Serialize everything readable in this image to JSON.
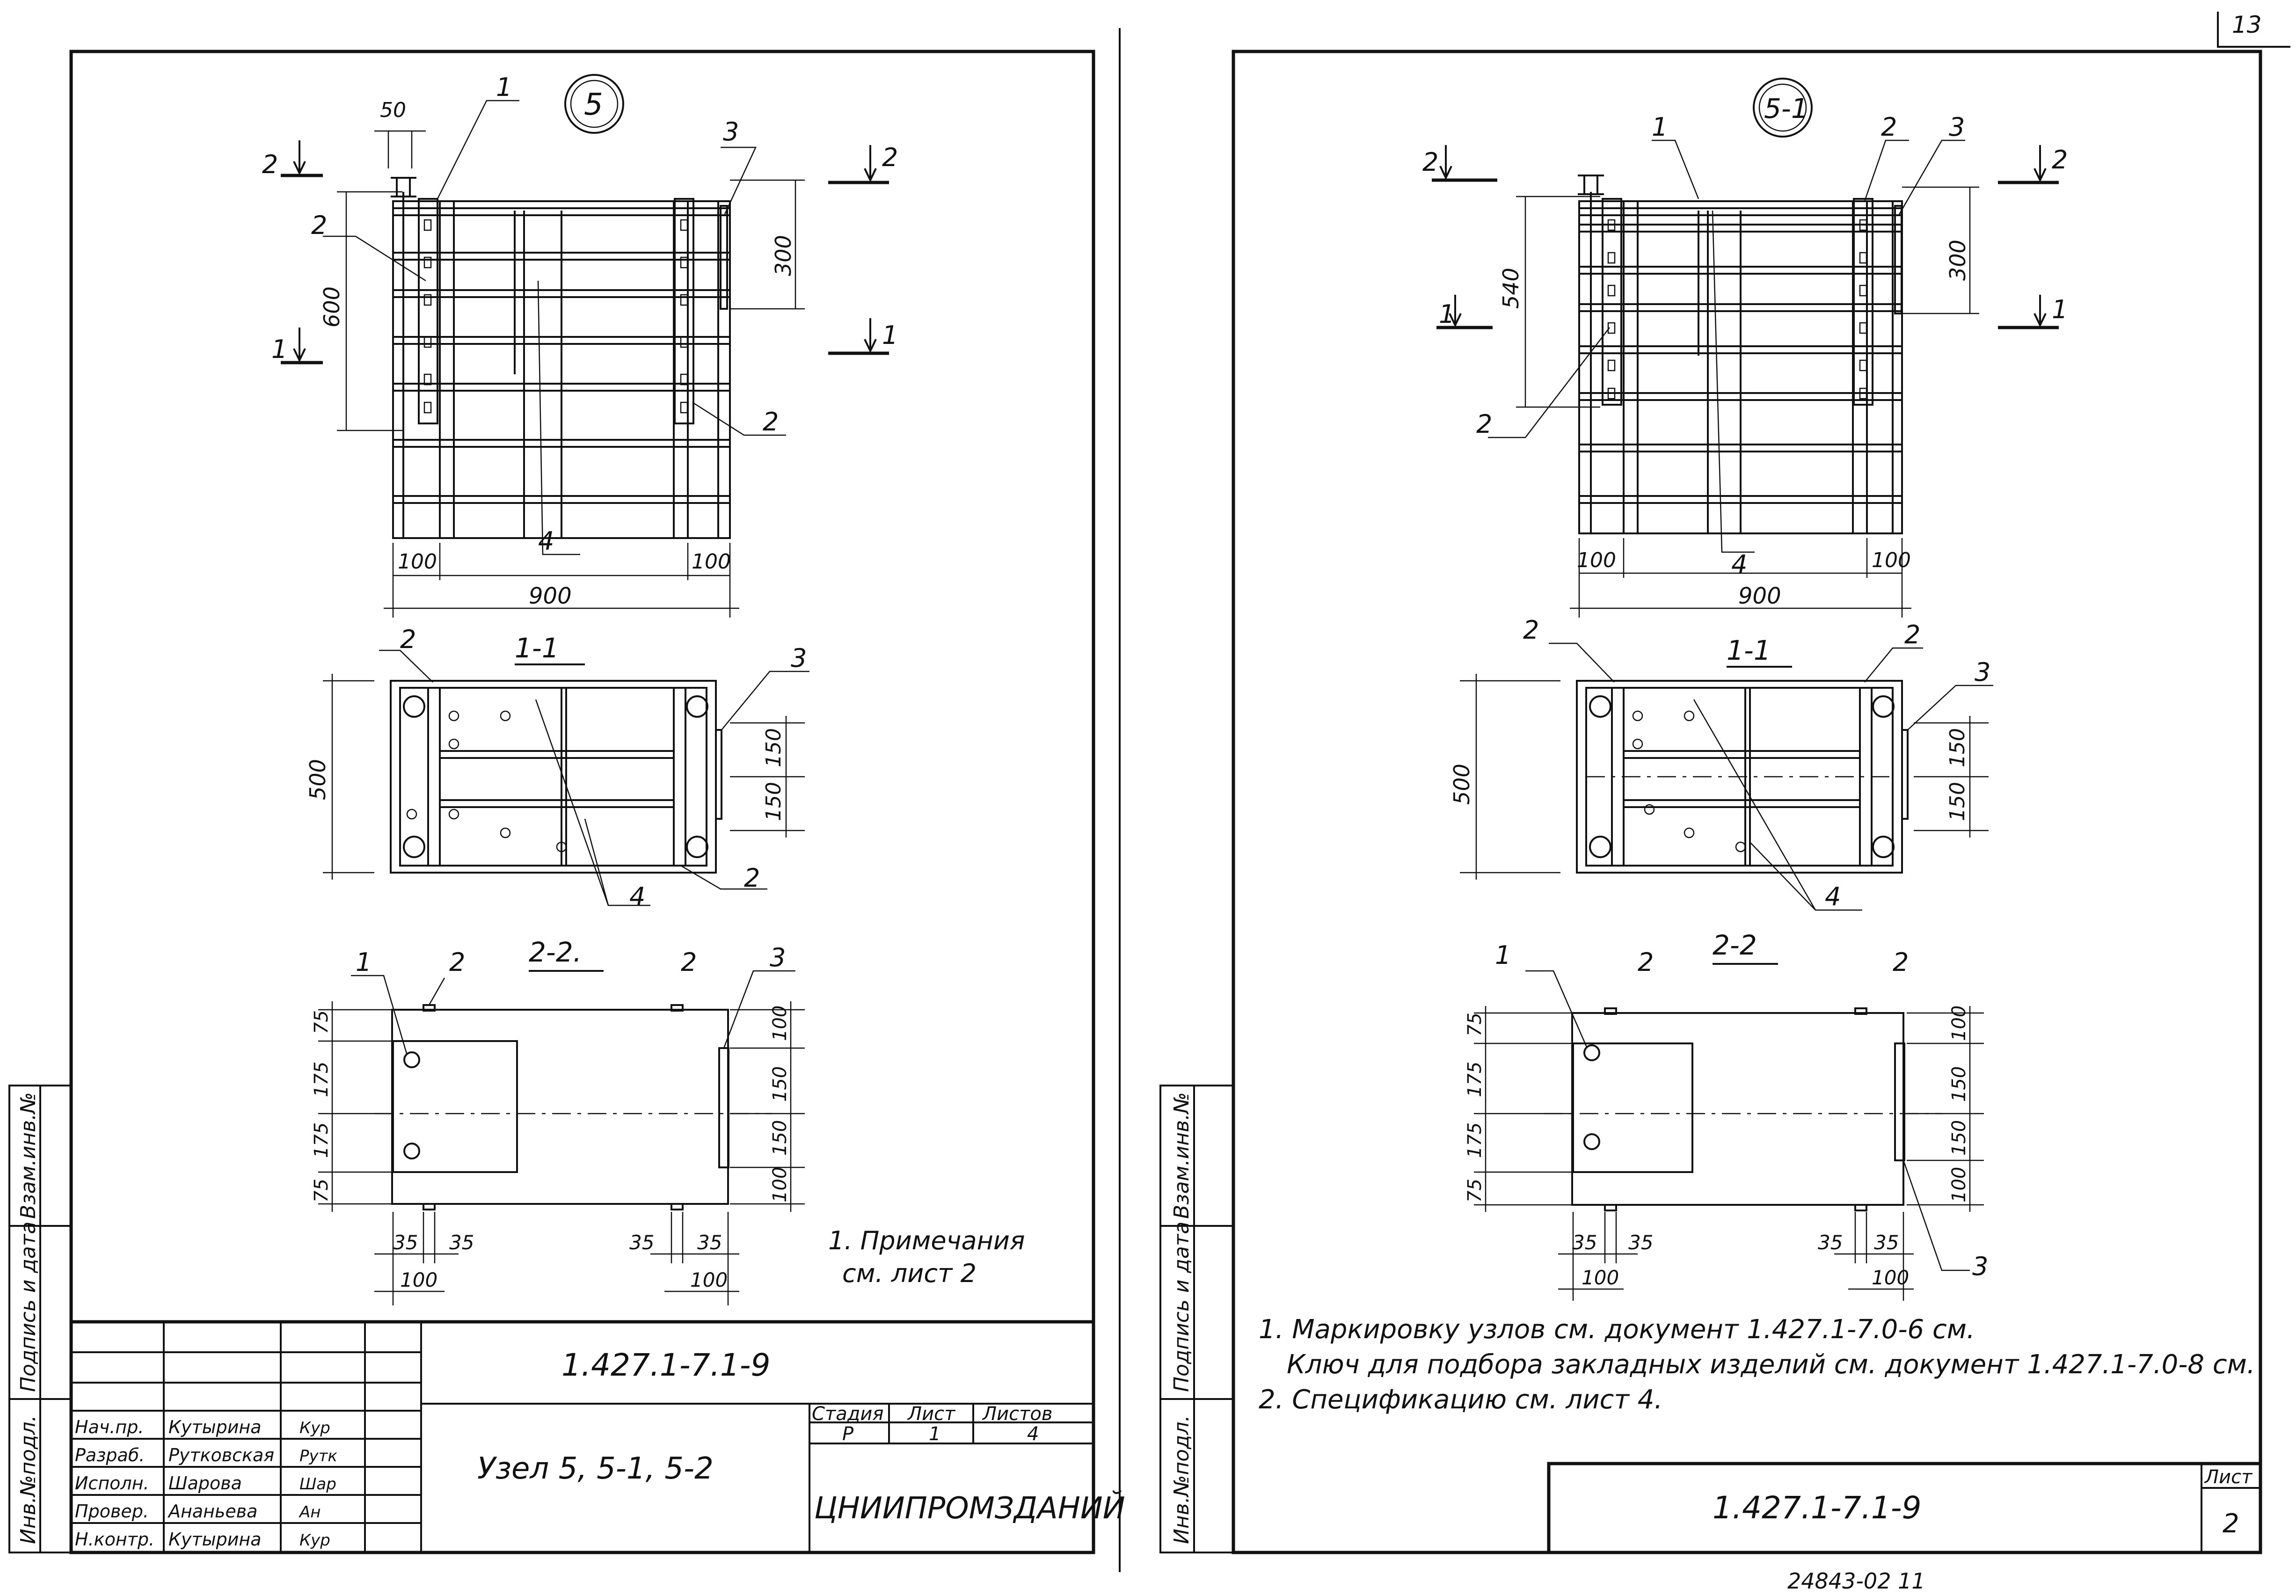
{
  "sheet_number_top": "13",
  "archive_number": "24843-02 11",
  "side_strip_labels": [
    "Инв.№подл.",
    "Подпись и дата",
    "Взам.инв.№"
  ],
  "left_sheet": {
    "node_mark": "5",
    "view_labels": {
      "section_1": "1-1",
      "section_2": "2-2."
    },
    "arrows": {
      "a2": "2",
      "a1": "1"
    },
    "part_labels": [
      "1",
      "2",
      "3",
      "4"
    ],
    "dims_front": {
      "d50": "50",
      "d600": "600",
      "d300": "300",
      "d100l": "100",
      "d100r": "100",
      "d900": "900"
    },
    "dims_plan": {
      "d500": "500",
      "d150a": "150",
      "d150b": "150"
    },
    "dims_side": {
      "d75a": "75",
      "d175a": "175",
      "d175b": "175",
      "d75b": "75",
      "r100a": "100",
      "r150a": "150",
      "r150b": "150",
      "r100b": "100",
      "b35a": "35",
      "b35b": "35",
      "b100a": "100",
      "b35c": "35",
      "b35d": "35",
      "b100b": "100"
    },
    "note": [
      "1. Примечания",
      "см. лист 2"
    ],
    "title_block": {
      "designation": "1.427.1-7.1-9",
      "title": "Узел 5, 5-1, 5-2",
      "stage_header": "Стадия",
      "sheet_header": "Лист",
      "sheets_header": "Листов",
      "stage": "Р",
      "sheet": "1",
      "sheets": "4",
      "organization": "ЦНИИПРОМЗДАНИЙ",
      "roles": [
        {
          "role": "Нач.пр.",
          "name": "Кутырина",
          "sign": "Кур"
        },
        {
          "role": "Разраб.",
          "name": "Рутковская",
          "sign": "Рутк"
        },
        {
          "role": "Исполн.",
          "name": "Шарова",
          "sign": "Шар"
        },
        {
          "role": "Провер.",
          "name": "Ананьева",
          "sign": "Ан"
        },
        {
          "role": "Н.контр.",
          "name": "Кутырина",
          "sign": "Кур"
        }
      ]
    }
  },
  "right_sheet": {
    "node_mark": "5-1",
    "view_labels": {
      "section_1": "1-1",
      "section_2": "2-2"
    },
    "arrows": {
      "a2": "2",
      "a1": "1"
    },
    "part_labels": [
      "1",
      "2",
      "3",
      "4"
    ],
    "dims_front": {
      "d540": "540",
      "d300": "300",
      "d100l": "100",
      "d100r": "100",
      "d900": "900"
    },
    "dims_plan": {
      "d500": "500",
      "d150a": "150",
      "d150b": "150"
    },
    "dims_side": {
      "d75a": "75",
      "d175a": "175",
      "d175b": "175",
      "d75b": "75",
      "r100a": "100",
      "r150a": "150",
      "r150b": "150",
      "r100b": "100",
      "b35a": "35",
      "b35b": "35",
      "b100a": "100",
      "b35c": "35",
      "b35d": "35",
      "b100b": "100"
    },
    "notes": [
      "1. Маркировку узлов см. документ 1.427.1-7.0-6 см.",
      "Ключ для подбора закладных изделий см. документ 1.427.1-7.0-8 см.",
      "2. Спецификацию см. лист 4."
    ],
    "title_block": {
      "designation": "1.427.1-7.1-9",
      "sheet_header": "Лист",
      "sheet": "2"
    }
  }
}
